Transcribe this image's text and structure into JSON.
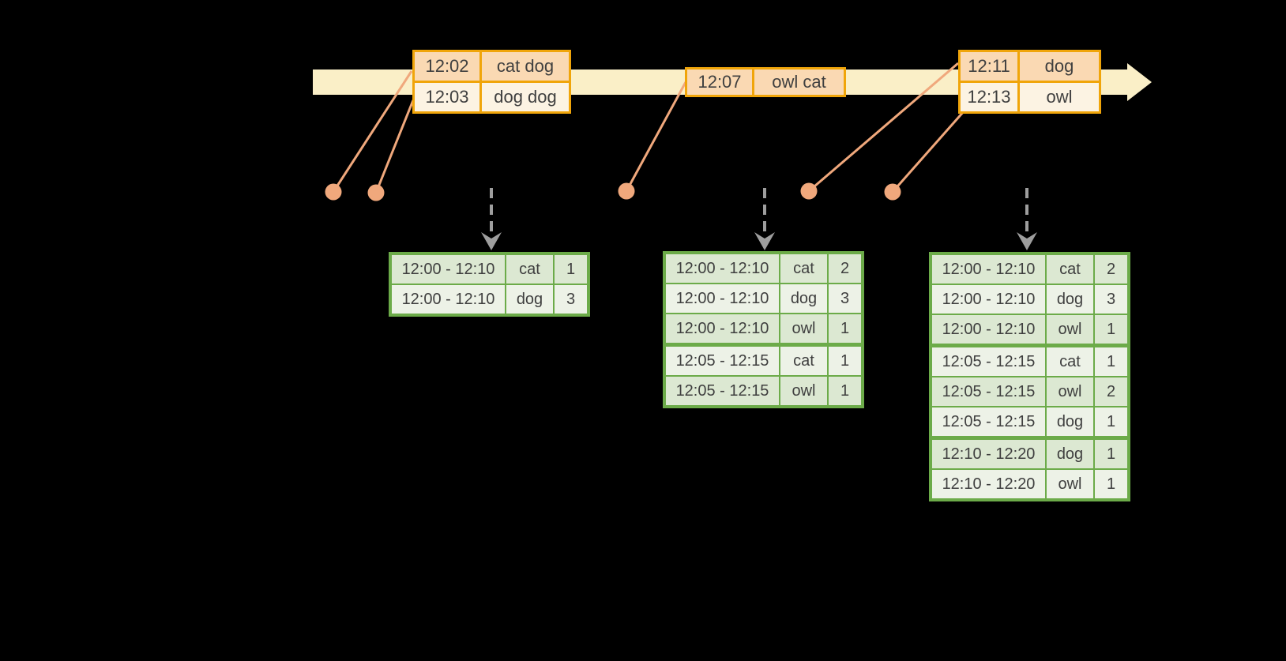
{
  "colors": {
    "background": "#000000",
    "band": "#FAEFC7",
    "orange_border": "#F0A50A",
    "event_row_dark": "#FAD9B3",
    "event_row_light": "#FCF3E3",
    "salmon": "#F0A87C",
    "green_border": "#6CAB49",
    "green_row_dark": "#DCE8D2",
    "green_row_light": "#EDF2E7",
    "gray_arrow": "#9E9E9E",
    "text": "#3F3F3F"
  },
  "event_tables": [
    {
      "rows": [
        {
          "time": "12:02",
          "words": "cat dog"
        },
        {
          "time": "12:03",
          "words": "dog dog"
        }
      ]
    },
    {
      "rows": [
        {
          "time": "12:07",
          "words": "owl cat"
        }
      ]
    },
    {
      "rows": [
        {
          "time": "12:11",
          "words": "dog"
        },
        {
          "time": "12:13",
          "words": "owl"
        }
      ]
    }
  ],
  "result_tables": [
    {
      "rows": [
        [
          "12:00 - 12:10",
          "cat",
          "1"
        ],
        [
          "12:00 - 12:10",
          "dog",
          "3"
        ]
      ],
      "group_breaks": []
    },
    {
      "rows": [
        [
          "12:00 - 12:10",
          "cat",
          "2"
        ],
        [
          "12:00 - 12:10",
          "dog",
          "3"
        ],
        [
          "12:00 - 12:10",
          "owl",
          "1"
        ],
        [
          "12:05 - 12:15",
          "cat",
          "1"
        ],
        [
          "12:05 - 12:15",
          "owl",
          "1"
        ]
      ],
      "group_breaks": [
        3
      ]
    },
    {
      "rows": [
        [
          "12:00 - 12:10",
          "cat",
          "2"
        ],
        [
          "12:00 - 12:10",
          "dog",
          "3"
        ],
        [
          "12:00 - 12:10",
          "owl",
          "1"
        ],
        [
          "12:05 - 12:15",
          "cat",
          "1"
        ],
        [
          "12:05 - 12:15",
          "owl",
          "2"
        ],
        [
          "12:05 - 12:15",
          "dog",
          "1"
        ],
        [
          "12:10 - 12:20",
          "dog",
          "1"
        ],
        [
          "12:10 - 12:20",
          "owl",
          "1"
        ]
      ],
      "group_breaks": [
        3,
        6
      ]
    }
  ]
}
